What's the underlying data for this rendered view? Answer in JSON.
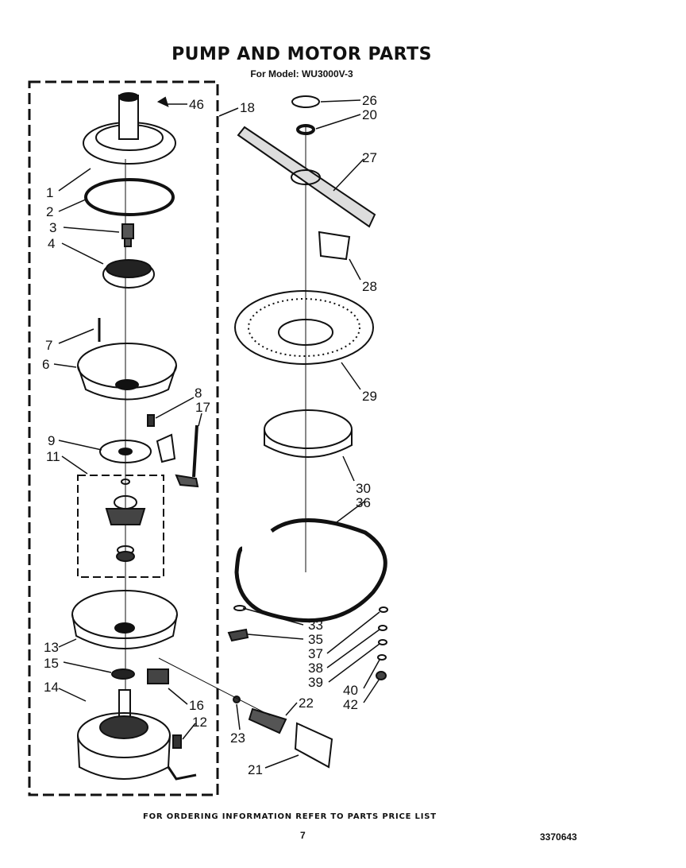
{
  "title": "PUMP AND MOTOR PARTS",
  "subtitle": "For Model: WU3000V-3",
  "footer_note": "FOR ORDERING INFORMATION REFER TO PARTS PRICE LIST",
  "page_number": "7",
  "doc_number": "3370643",
  "callouts": [
    "46",
    "18",
    "1",
    "2",
    "3",
    "4",
    "7",
    "6",
    "8",
    "17",
    "9",
    "11",
    "13",
    "15",
    "14",
    "16",
    "12",
    "26",
    "20",
    "27",
    "28",
    "29",
    "30",
    "36",
    "33",
    "35",
    "37",
    "38",
    "39",
    "40",
    "42",
    "22",
    "23",
    "21"
  ]
}
